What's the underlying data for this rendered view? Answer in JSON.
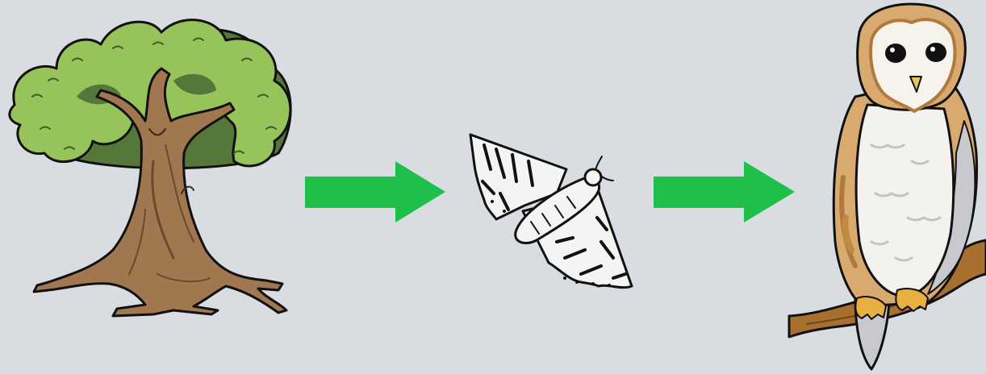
{
  "diagram": {
    "type": "food-chain",
    "background": "#d9dde1",
    "arrow_color": "#1fbf4b",
    "nodes": [
      {
        "name": "tree",
        "icon": "tree-icon"
      },
      {
        "name": "moth",
        "icon": "moth-icon"
      },
      {
        "name": "owl",
        "icon": "owl-icon"
      }
    ],
    "edges": [
      {
        "from": "tree",
        "to": "moth"
      },
      {
        "from": "moth",
        "to": "owl"
      }
    ]
  }
}
